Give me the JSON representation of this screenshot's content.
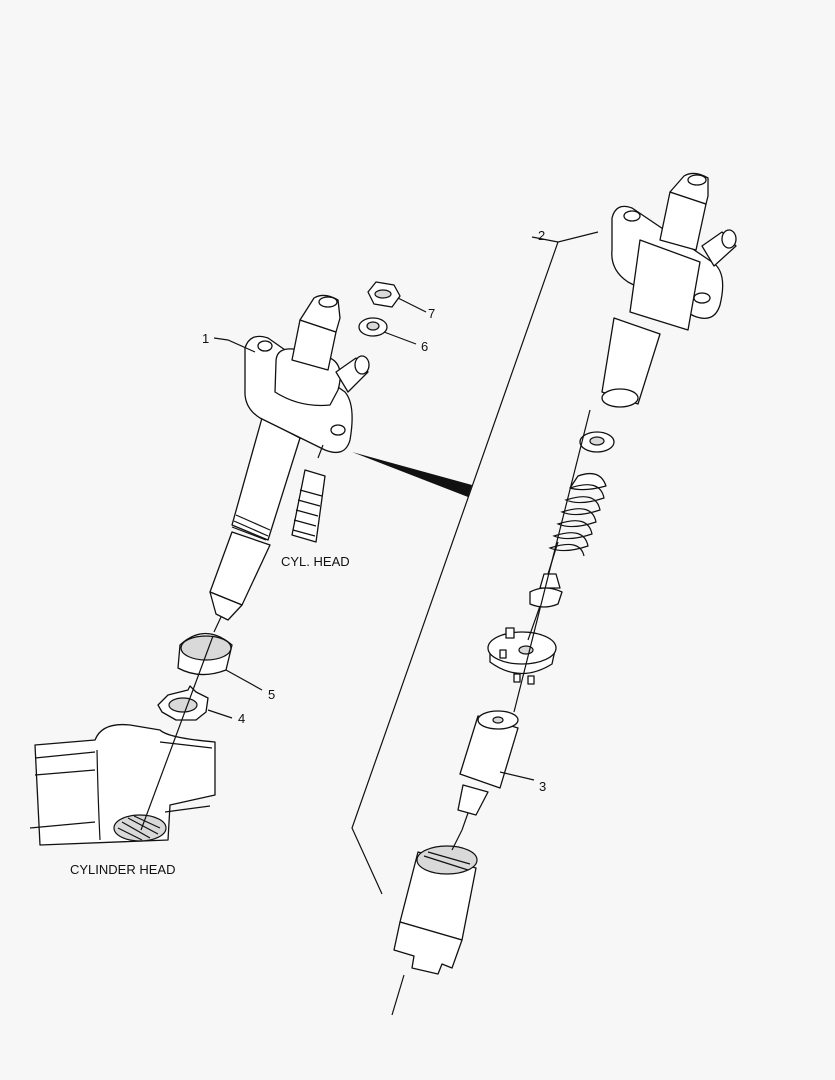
{
  "callouts": {
    "c1": "1",
    "c2": "2",
    "c3": "3",
    "c4": "4",
    "c5": "5",
    "c6": "6",
    "c7": "7"
  },
  "labels": {
    "cyl_head_short": "CYL. HEAD",
    "cylinder_head": "CYLINDER HEAD"
  }
}
